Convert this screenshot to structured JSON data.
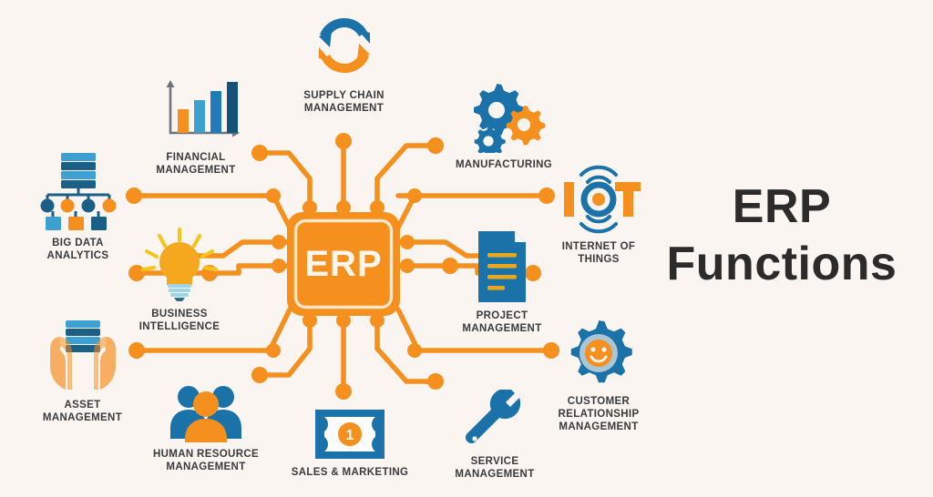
{
  "background_color": "#faf5f1",
  "palette": {
    "orange": "#F5901F",
    "orange_dark": "#EE7F1B",
    "blue": "#1B72A8",
    "blue_light": "#3EA0D0",
    "blue_mid": "#1E7DB8",
    "blue_dark": "#14527A",
    "yellow": "#F5C518",
    "label_text": "#3a3a3c",
    "title_text": "#2b2b2b",
    "chip_text": "#fdf6ee"
  },
  "title": {
    "line1": "ERP",
    "line2": "Functions"
  },
  "center": {
    "label": "ERP",
    "icon": "erp-chip-icon"
  },
  "nodes": [
    {
      "id": "supply-chain-management",
      "label": "SUPPLY CHAIN\nMANAGEMENT",
      "icon": "circular-arrows-icon"
    },
    {
      "id": "financial-management",
      "label": "FINANCIAL\nMANAGEMENT",
      "icon": "bar-chart-icon"
    },
    {
      "id": "manufacturing",
      "label": "MANUFACTURING",
      "icon": "gears-icon"
    },
    {
      "id": "big-data-analytics",
      "label": "BIG DATA\nANALYTICS",
      "icon": "data-tree-icon"
    },
    {
      "id": "internet-of-things",
      "label": "INTERNET OF\nTHINGS",
      "icon": "iot-icon"
    },
    {
      "id": "business-intelligence",
      "label": "BUSINESS\nINTELLIGENCE",
      "icon": "lightbulb-icon"
    },
    {
      "id": "project-management",
      "label": "PROJECT\nMANAGEMENT",
      "icon": "document-icon"
    },
    {
      "id": "asset-management",
      "label": "ASSET\nMANAGEMENT",
      "icon": "hands-server-icon"
    },
    {
      "id": "customer-relationship-management",
      "label": "CUSTOMER\nRELATIONSHIP\nMANAGEMENT",
      "icon": "gear-smiley-icon"
    },
    {
      "id": "human-resource-management",
      "label": "HUMAN RESOURCE\nMANAGEMENT",
      "icon": "people-group-icon"
    },
    {
      "id": "service-management",
      "label": "SERVICE\nMANAGEMENT",
      "icon": "wrench-icon"
    },
    {
      "id": "sales-marketing",
      "label": "SALES & MARKETING",
      "icon": "banknote-coin-icon"
    }
  ],
  "iot_icon_text": {
    "i": "I",
    "t": "T"
  },
  "banknote_coin_value": "1"
}
